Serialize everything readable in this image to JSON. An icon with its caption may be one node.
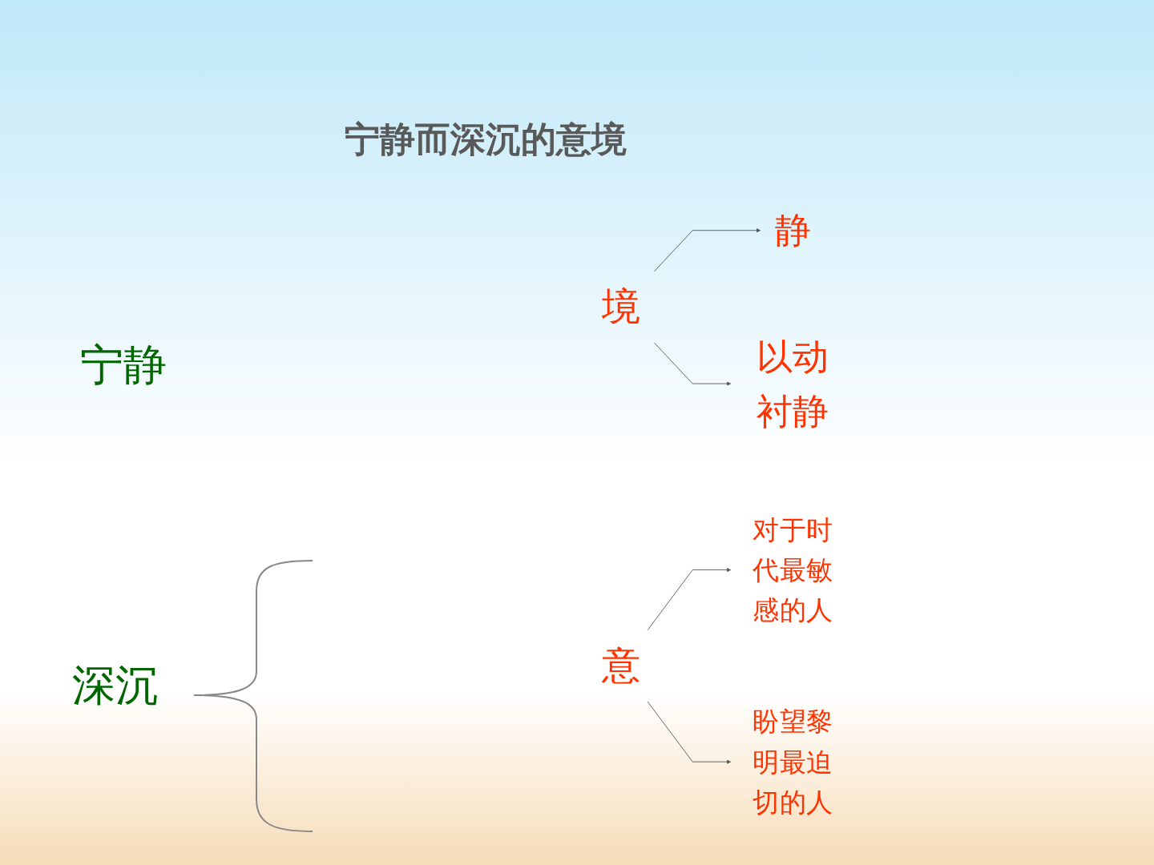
{
  "diagram": {
    "title": "宁静而深沉的意境",
    "nodes": [
      {
        "text": [
          "境"
        ]
      },
      {
        "text": [
          "静"
        ]
      },
      {
        "text": [
          "以动衬静"
        ]
      },
      {
        "text": [
          "意"
        ]
      },
      {
        "text": [
          "对于时代最敏感的人"
        ]
      },
      {
        "text": [
          "盼望黎明最迫切的人"
        ]
      }
    ],
    "edges": [
      {
        "from": 0,
        "to": 1,
        "arrow": "to"
      },
      {
        "from": 0,
        "to": 2,
        "arrow": "to"
      },
      {
        "from": 3,
        "to": 4,
        "arrow": "to"
      },
      {
        "from": 3,
        "to": 5,
        "arrow": "to"
      }
    ],
    "labels": [
      "宁静",
      "深沉"
    ]
  }
}
